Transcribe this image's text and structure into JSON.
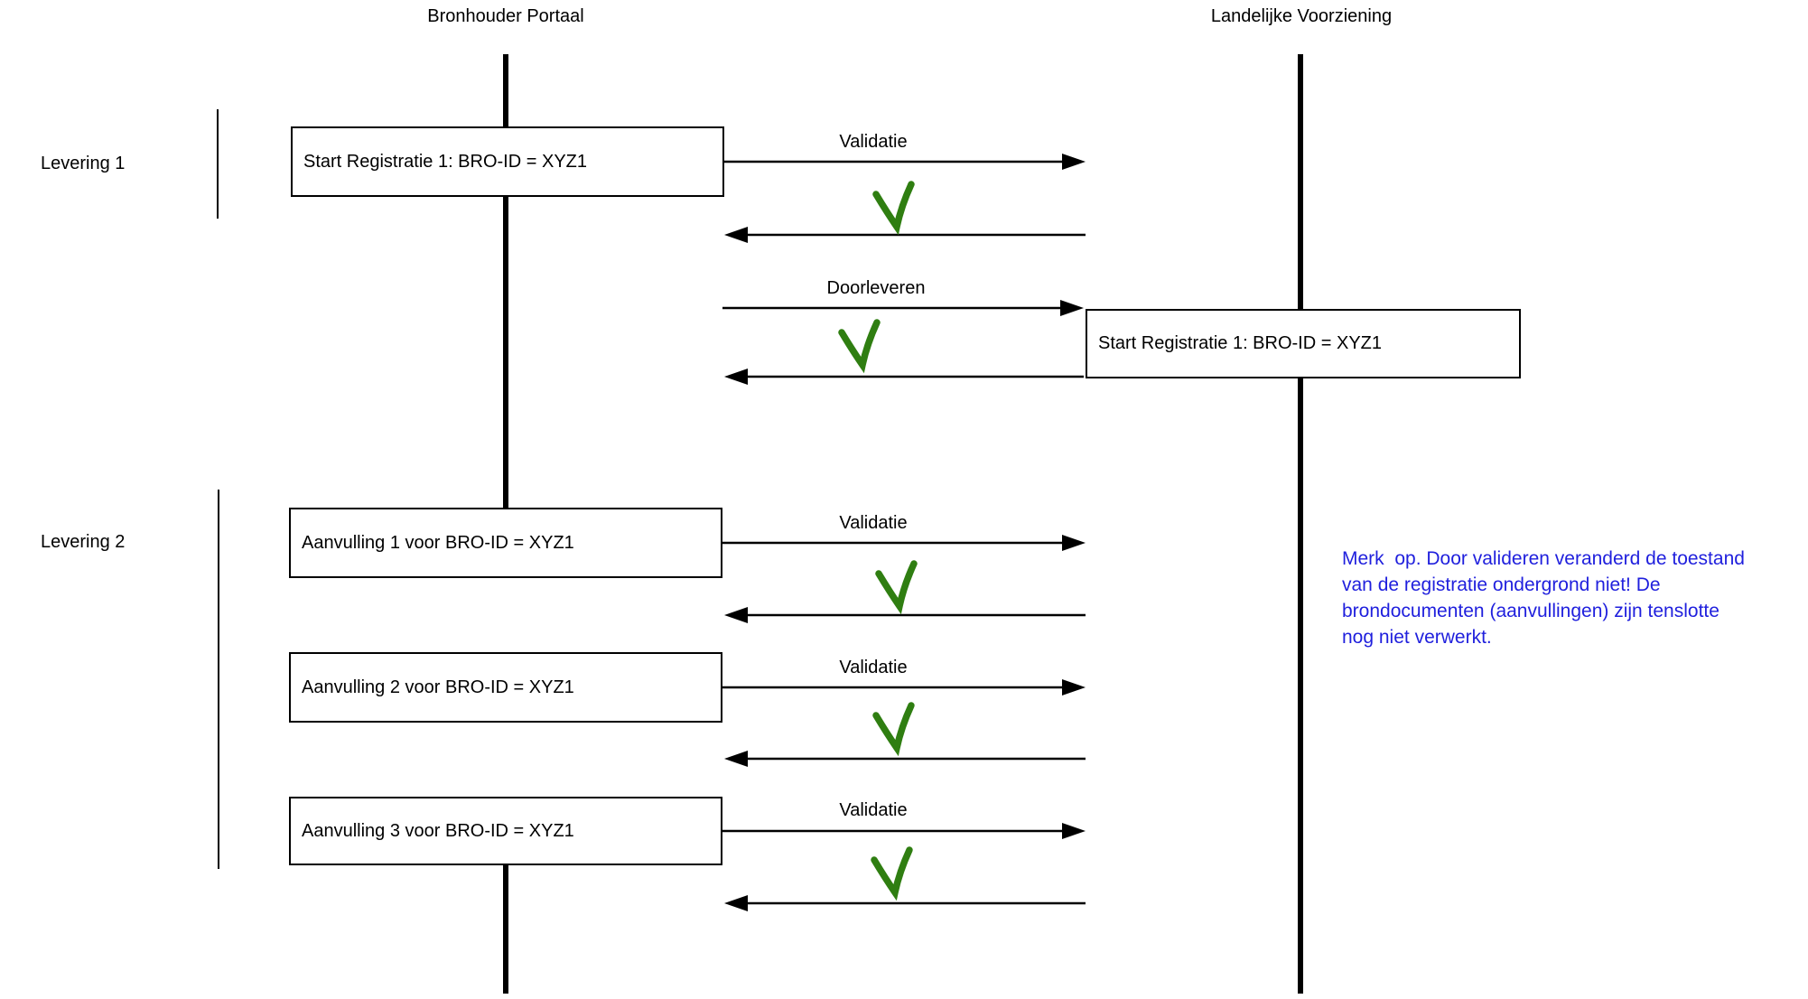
{
  "colors": {
    "check_green": "#2f7e11",
    "note_blue": "#1f1fdd",
    "line_black": "#000000"
  },
  "lifelines": [
    {
      "label": "Bronhouder Portaal"
    },
    {
      "label": "Landelijke Voorziening"
    }
  ],
  "groups": [
    {
      "label": "Levering 1"
    },
    {
      "label": "Levering 2"
    }
  ],
  "boxes": {
    "bp_start": "Start Registratie 1: BRO-ID = XYZ1",
    "lv_start": "Start Registratie 1: BRO-ID = XYZ1",
    "aanvulling1": "Aanvulling 1 voor BRO-ID = XYZ1",
    "aanvulling2": "Aanvulling 2 voor BRO-ID = XYZ1",
    "aanvulling3": "Aanvulling 3 voor BRO-ID = XYZ1"
  },
  "messages": {
    "validatie": "Validatie",
    "doorleveren": "Doorleveren"
  },
  "note": {
    "lines": [
      "Merk  op. Door valideren veranderd de toestand",
      "van de registratie ondergrond niet! De",
      "brondocumenten (aanvullingen) zijn tenslotte",
      "nog niet verwerkt."
    ]
  }
}
